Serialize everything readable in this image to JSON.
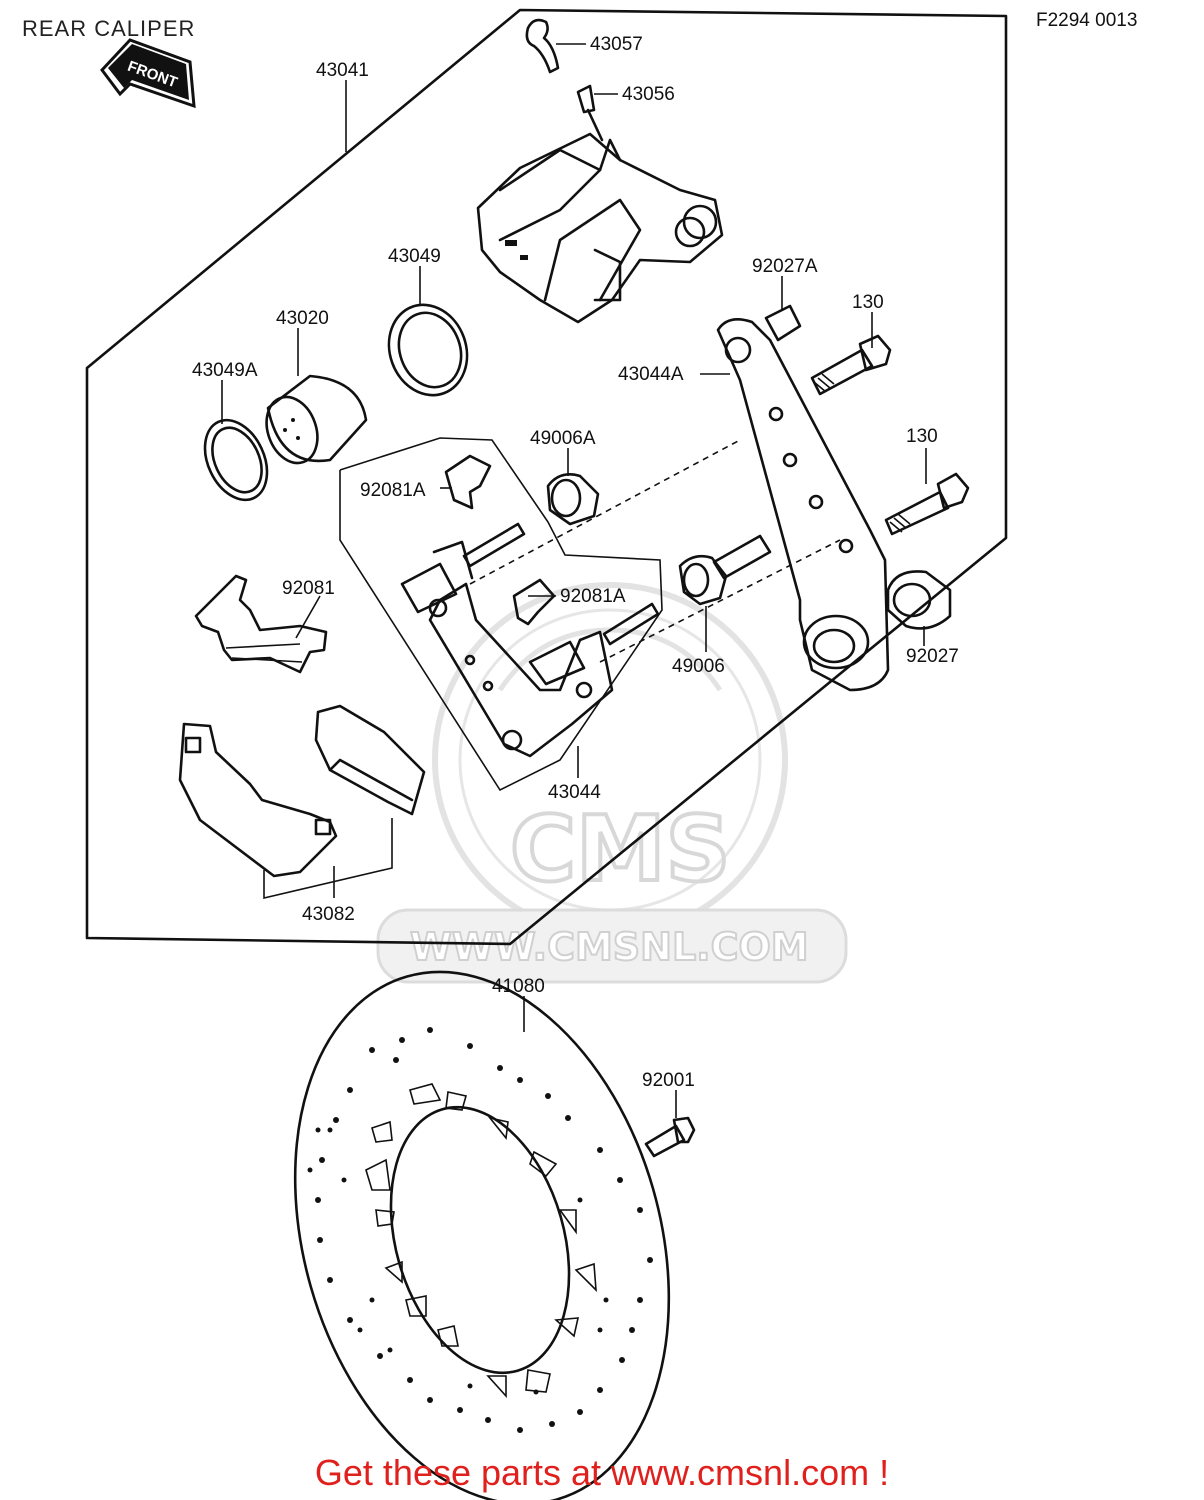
{
  "page": {
    "title": "REAR CALIPER",
    "figure_code": "F2294 0013",
    "front_marker": "FRONT",
    "footer_link": "Get these parts at www.cmsnl.com !"
  },
  "watermark": {
    "logo_text": "CMS",
    "url_text": "WWW.CMSNL.COM"
  },
  "parts": {
    "p43041": "43041",
    "p43057": "43057",
    "p43056": "43056",
    "p43049": "43049",
    "p43020": "43020",
    "p43049A": "43049A",
    "p92027A": "92027A",
    "p130a": "130",
    "p43044A": "43044A",
    "p130b": "130",
    "p49006A": "49006A",
    "p92081A_a": "92081A",
    "p92081": "92081",
    "p92081A_b": "92081A",
    "p49006": "49006",
    "p92027": "92027",
    "p43044": "43044",
    "p43082": "43082",
    "p41080": "41080",
    "p92001": "92001"
  },
  "colors": {
    "ink": "#111111",
    "watermark": "#d8d8d8",
    "footer": "#e0201c"
  },
  "icons": [
    "front-arrow-icon",
    "cms-watermark-logo"
  ]
}
